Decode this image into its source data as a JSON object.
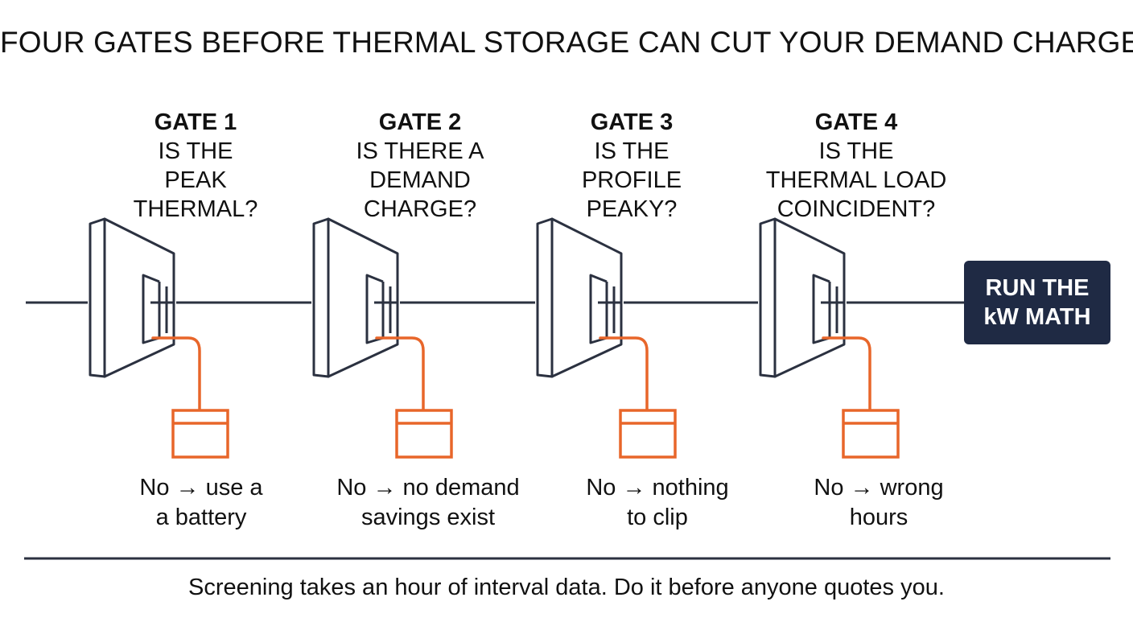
{
  "title": "FOUR GATES BEFORE THERMAL STORAGE CAN CUT YOUR DEMAND CHARGE",
  "colors": {
    "line": "#2b3140",
    "reject": "#e8662a",
    "run_box": "#1f2a44",
    "text": "#111111"
  },
  "gates": [
    {
      "number": "GATE 1",
      "question": [
        "IS THE",
        "PEAK",
        "THERMAL?"
      ],
      "fail": [
        "No → use a",
        "a battery"
      ]
    },
    {
      "number": "GATE 2",
      "question": [
        "IS THERE A",
        "DEMAND",
        "CHARGE?"
      ],
      "fail": [
        "No → no demand",
        "savings exist"
      ]
    },
    {
      "number": "GATE 3",
      "question": [
        "IS THE",
        "PROFILE",
        "PEAKY?"
      ],
      "fail": [
        "No → nothing",
        "to clip"
      ]
    },
    {
      "number": "GATE 4",
      "question": [
        "IS THE",
        "THERMAL LOAD",
        "COINCIDENT?"
      ],
      "fail": [
        "No → wrong",
        "hours"
      ]
    }
  ],
  "result": {
    "lines": [
      "RUN THE",
      "kW MATH"
    ]
  },
  "footer": "Screening takes an hour of interval data. Do it before anyone quotes you."
}
